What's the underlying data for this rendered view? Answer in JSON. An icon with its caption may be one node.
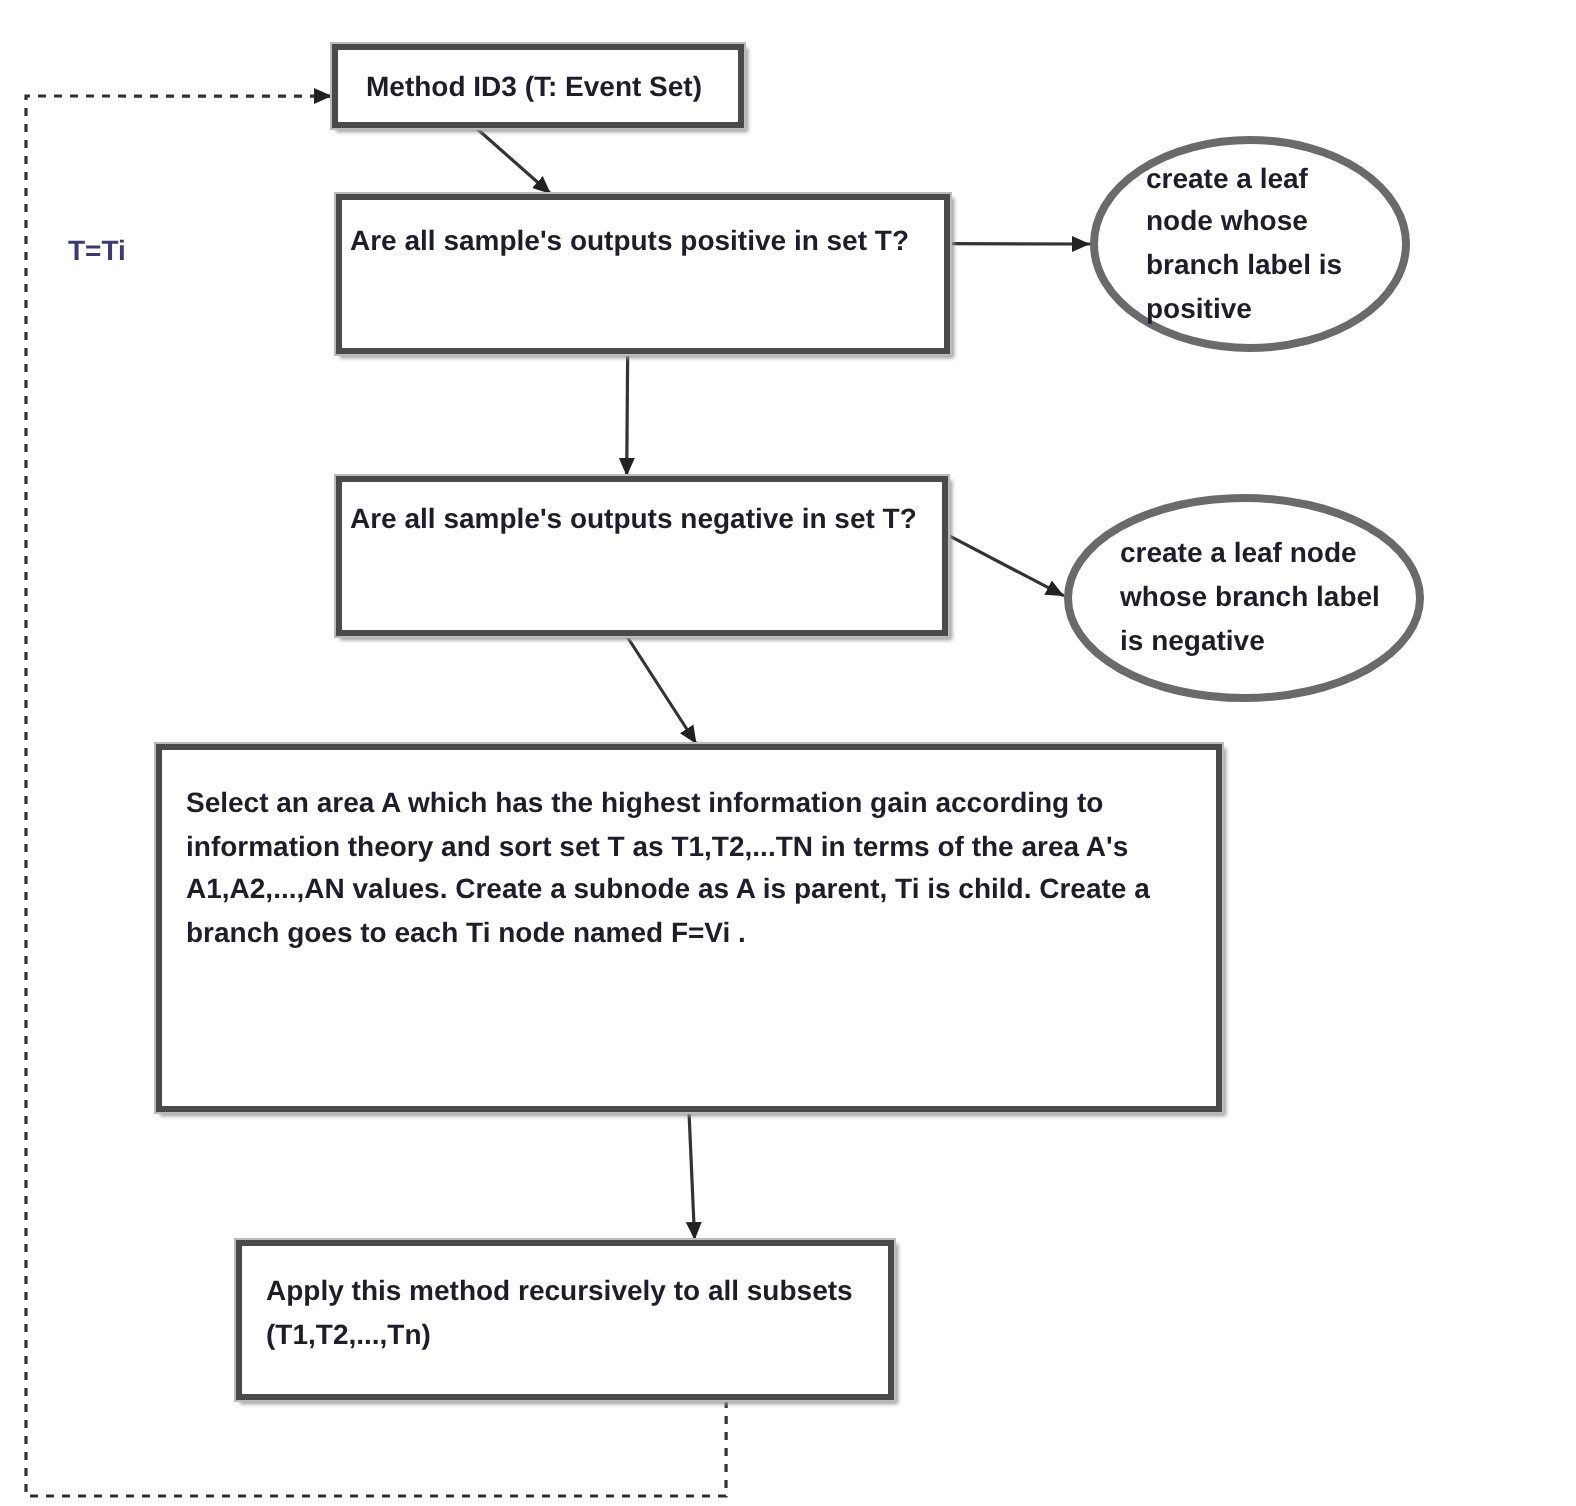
{
  "diagram": {
    "nodes": [
      {
        "text": [
          "Method ID3 (T: Event Set)"
        ]
      },
      {
        "text": [
          "Are all sample's outputs positive in set T?"
        ]
      },
      {
        "text": [
          "create a leaf node whose branch label is positive"
        ]
      },
      {
        "text": [
          "Are all sample's outputs negative in set T?"
        ]
      },
      {
        "text": [
          "create a leaf node whose branch label is negative"
        ]
      },
      {
        "text": [
          "Select an area A which has the highest information gain according to information theory and sort set T as T1,T2,...TN in terms of the area A's A1,A2,...,AN values. Create a subnode as A is parent, Ti is child. Create a branch goes to each Ti node named F=Vi ."
        ]
      },
      {
        "text": [
          "Apply this method recursively to all subsets (T1,T2,...,Tn)"
        ]
      }
    ],
    "edges": [
      {
        "from": 0,
        "to": 1,
        "arrow": "to"
      },
      {
        "from": 1,
        "to": 2,
        "arrow": "to"
      },
      {
        "from": 1,
        "to": 3,
        "arrow": "to"
      },
      {
        "from": 3,
        "to": 4,
        "arrow": "to"
      },
      {
        "from": 3,
        "to": 5,
        "arrow": "to"
      },
      {
        "from": 5,
        "to": 6,
        "arrow": "to"
      },
      {
        "from": 6,
        "to": 0,
        "arrow": "to",
        "style": "dashed"
      }
    ],
    "labels": [
      "T=Ti"
    ]
  }
}
